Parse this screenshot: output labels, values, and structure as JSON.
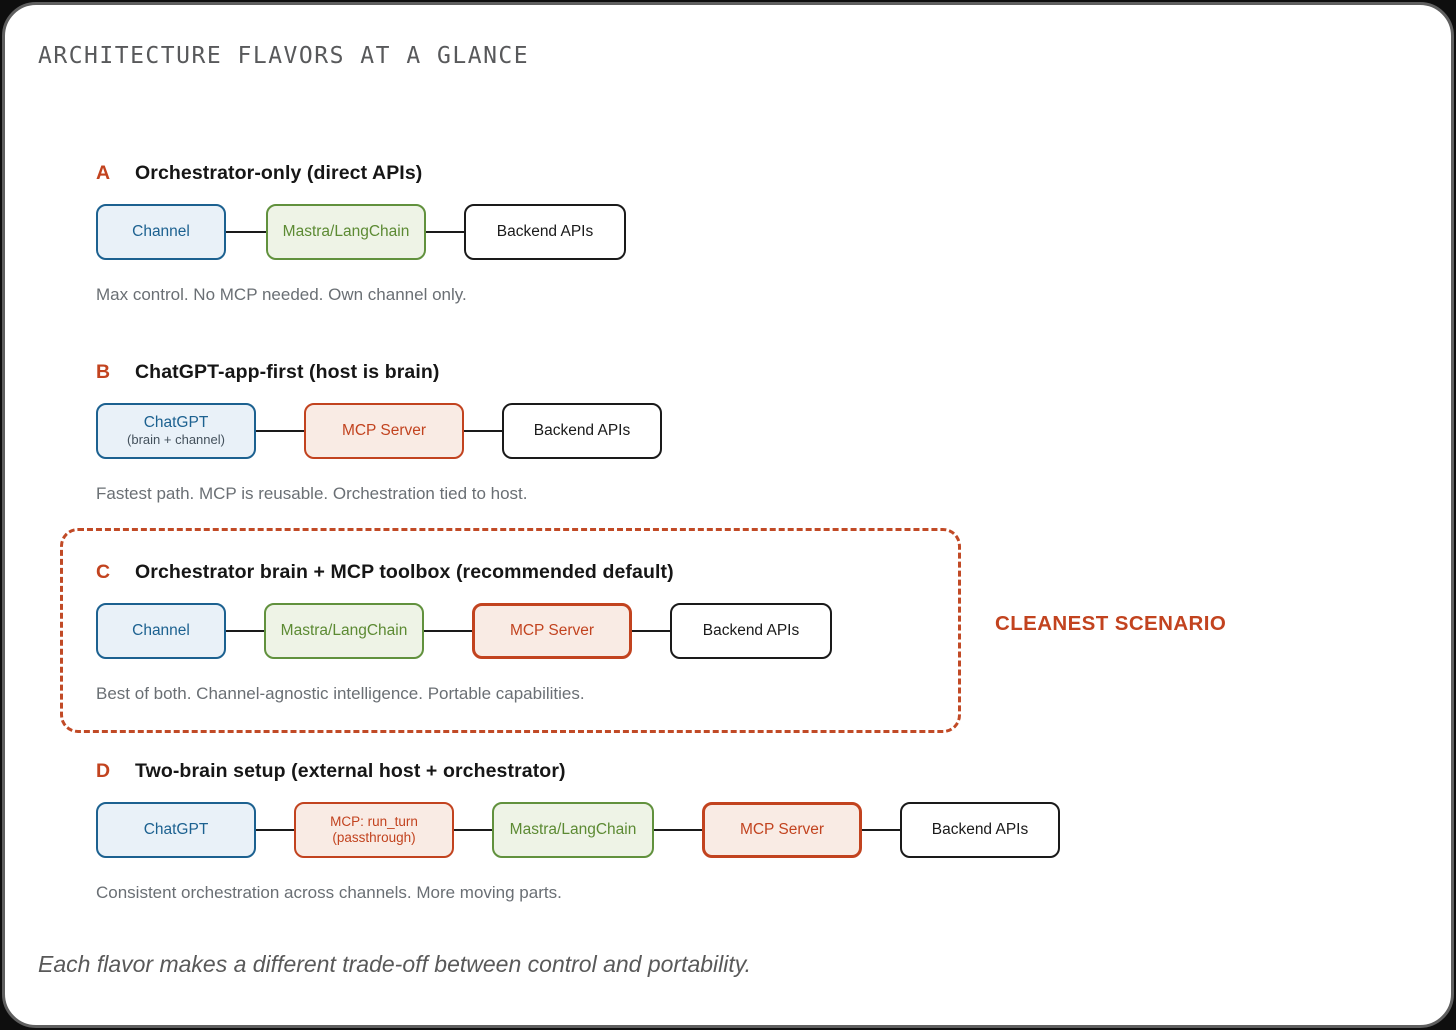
{
  "page": {
    "title": "ARCHITECTURE FLAVORS AT A GLANCE",
    "footer": "Each flavor makes a different trade-off between control and portability."
  },
  "highlight": {
    "label": "CLEANEST SCENARIO"
  },
  "colors": {
    "accent_red": "#c2431f",
    "node_blue_border": "#1c6190",
    "node_blue_fill": "#e9f1f8",
    "node_green_border": "#61913d",
    "node_green_fill": "#eef3e6",
    "node_red_border": "#c2431f",
    "node_red_fill": "#f9ebe4",
    "node_neutral_border": "#1a1a1a",
    "caption_gray": "#6a6f74"
  },
  "sections": [
    {
      "letter": "A",
      "title": "Orchestrator-only (direct APIs)",
      "caption": "Max control. No MCP needed. Own channel only.",
      "nodes": [
        {
          "label": "Channel"
        },
        {
          "label": "Mastra/LangChain"
        },
        {
          "label": "Backend APIs"
        }
      ]
    },
    {
      "letter": "B",
      "title": "ChatGPT-app-first (host is brain)",
      "caption": "Fastest path. MCP is reusable. Orchestration tied to host.",
      "nodes": [
        {
          "label": "ChatGPT",
          "sublabel": "(brain + channel)"
        },
        {
          "label": "MCP Server"
        },
        {
          "label": "Backend APIs"
        }
      ]
    },
    {
      "letter": "C",
      "title": "Orchestrator brain + MCP toolbox (recommended default)",
      "caption": "Best of both. Channel-agnostic intelligence. Portable capabilities.",
      "nodes": [
        {
          "label": "Channel"
        },
        {
          "label": "Mastra/LangChain"
        },
        {
          "label": "MCP Server"
        },
        {
          "label": "Backend APIs"
        }
      ]
    },
    {
      "letter": "D",
      "title": "Two-brain setup (external host + orchestrator)",
      "caption": "Consistent orchestration across channels. More moving parts.",
      "nodes": [
        {
          "label": "ChatGPT"
        },
        {
          "label": "MCP: run_turn",
          "sublabel": "(passthrough)"
        },
        {
          "label": "Mastra/LangChain"
        },
        {
          "label": "MCP Server"
        },
        {
          "label": "Backend APIs"
        }
      ]
    }
  ]
}
